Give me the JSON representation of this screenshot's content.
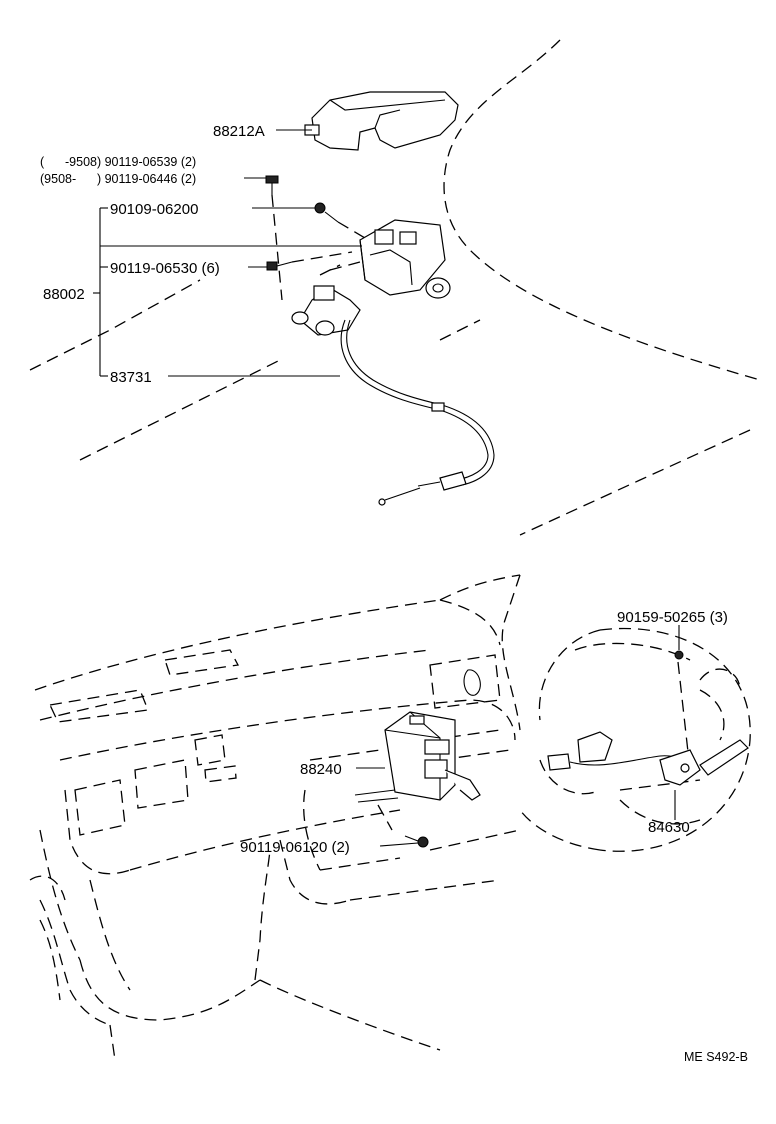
{
  "labels": {
    "cover": "88212A",
    "bolt_range1": "(      -9508) 90119-06539 (2)",
    "bolt_range2": "(9508-      ) 90119-06446 (2)",
    "screw_90109": "90109-06200",
    "bolt_90119_6": "90119-06530 (6)",
    "actuator": "88002",
    "cable": "83731",
    "screw_90159": "90159-50265 (3)",
    "computer": "88240",
    "bolt_90119_2": "90119-06120 (2)",
    "switch": "84630",
    "drawing_ref": "ME S492-B"
  }
}
